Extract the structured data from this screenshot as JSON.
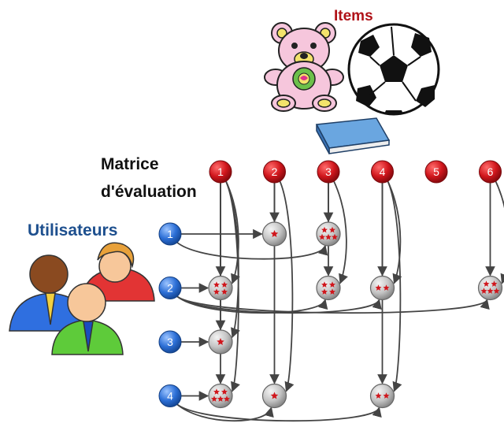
{
  "titles": {
    "items": "Items",
    "matrix_line1": "Matrice",
    "matrix_line2": "d'évaluation",
    "users": "Utilisateurs"
  },
  "items": [
    "1",
    "2",
    "3",
    "4",
    "5",
    "6"
  ],
  "users": [
    "1",
    "2",
    "3",
    "4"
  ],
  "ratings": [
    {
      "user": "1",
      "item": "2",
      "stars": 1
    },
    {
      "user": "1",
      "item": "3",
      "stars": 5
    },
    {
      "user": "2",
      "item": "1",
      "stars": 4
    },
    {
      "user": "2",
      "item": "3",
      "stars": 4
    },
    {
      "user": "2",
      "item": "4",
      "stars": 2
    },
    {
      "user": "2",
      "item": "6",
      "stars": 5
    },
    {
      "user": "3",
      "item": "1",
      "stars": 1
    },
    {
      "user": "4",
      "item": "1",
      "stars": 5
    },
    {
      "user": "4",
      "item": "2",
      "stars": 1
    },
    {
      "user": "4",
      "item": "4",
      "stars": 2
    }
  ],
  "colors": {
    "item_node": "#c8141c",
    "user_node": "#2c6fd6",
    "rating_node": "#c9c9c9",
    "star": "#d0161c",
    "arrow": "#444444",
    "items_title": "#b01218",
    "users_title": "#1d4f8e"
  },
  "icons": [
    "teddy-bear-icon",
    "soccer-ball-icon",
    "book-icon",
    "users-group-icon"
  ]
}
